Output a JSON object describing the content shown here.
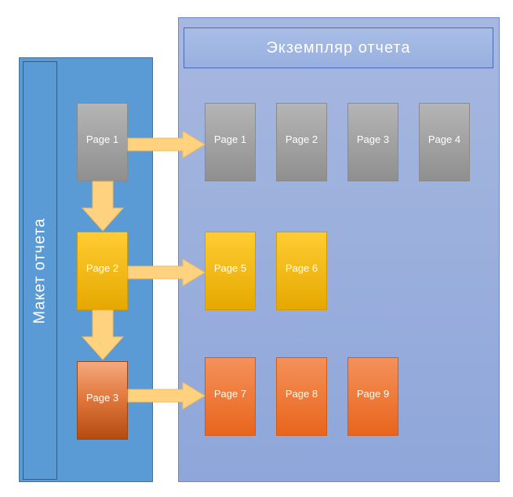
{
  "layout": {
    "label": "Макет отчета",
    "pages": [
      "Page 1",
      "Page 2",
      "Page 3"
    ]
  },
  "instance": {
    "title": "Экземпляр отчета",
    "rows": [
      [
        "Page 1",
        "Page 2",
        "Page 3",
        "Page 4"
      ],
      [
        "Page 5",
        "Page 6"
      ],
      [
        "Page 7",
        "Page 8",
        "Page 9"
      ]
    ]
  },
  "colors": {
    "layout_panel": "#5b9bd5",
    "instance_panel": "#8ea6d9",
    "arrow": "#ffd280",
    "gray_page": "#a6a6a6",
    "yellow_page": "#ffc000",
    "orange_page": "#ed7d31"
  }
}
